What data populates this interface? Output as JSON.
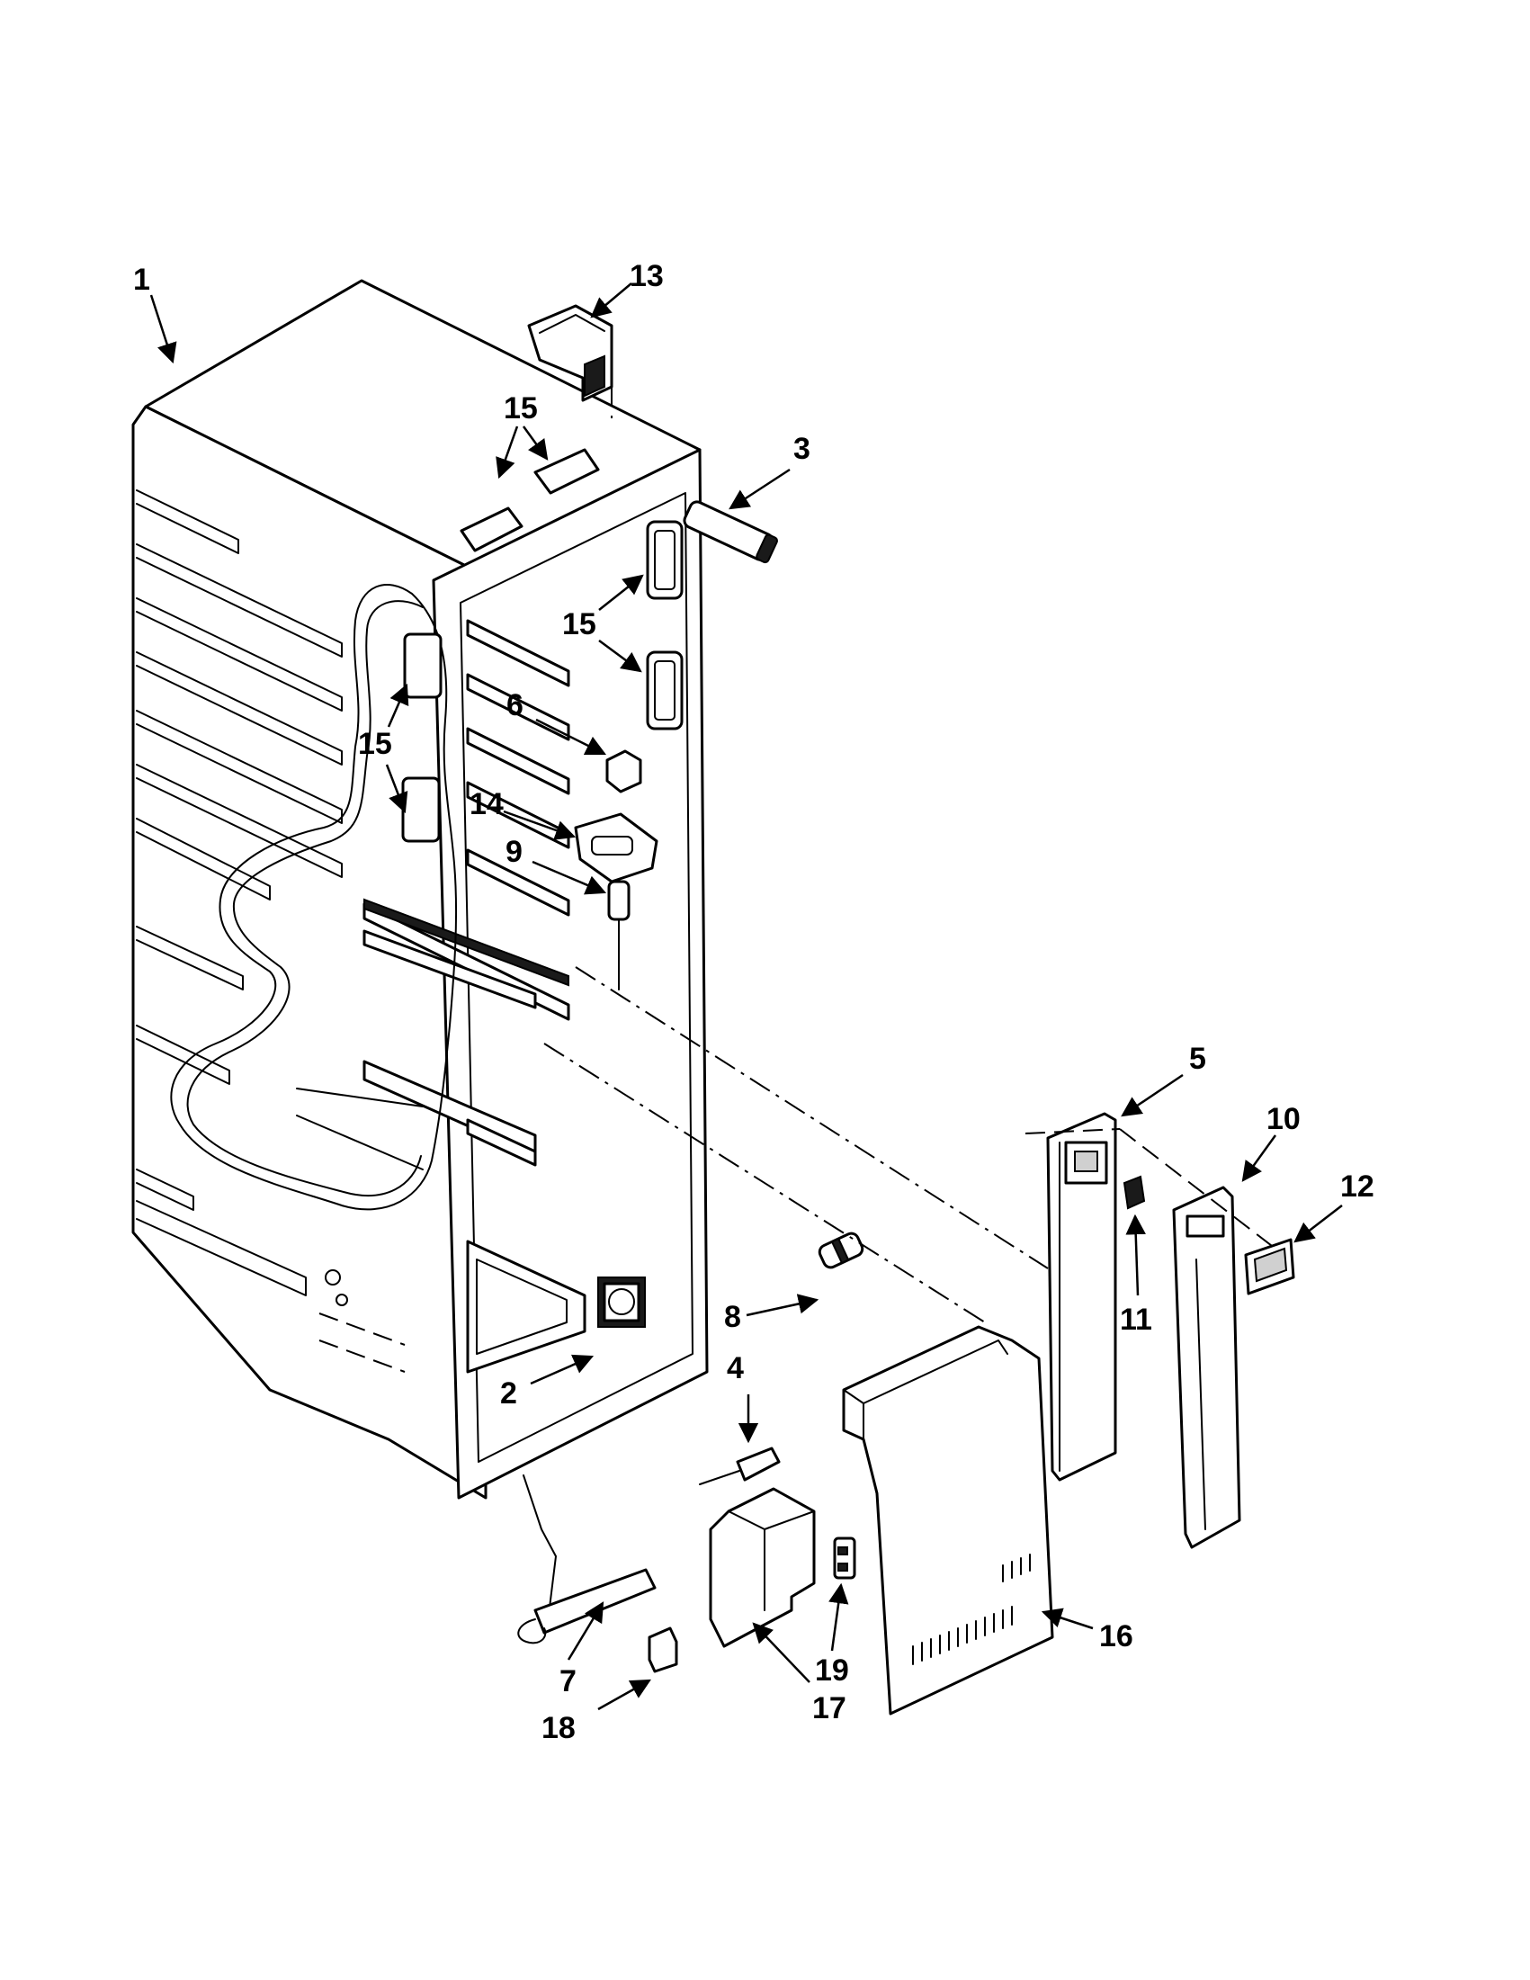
{
  "diagram": {
    "callouts": [
      {
        "id": "c1",
        "label": "1"
      },
      {
        "id": "c2",
        "label": "2"
      },
      {
        "id": "c3",
        "label": "3"
      },
      {
        "id": "c4",
        "label": "4"
      },
      {
        "id": "c5",
        "label": "5"
      },
      {
        "id": "c6",
        "label": "6"
      },
      {
        "id": "c7",
        "label": "7"
      },
      {
        "id": "c8",
        "label": "8"
      },
      {
        "id": "c9",
        "label": "9"
      },
      {
        "id": "c10",
        "label": "10"
      },
      {
        "id": "c11",
        "label": "11"
      },
      {
        "id": "c12",
        "label": "12"
      },
      {
        "id": "c13",
        "label": "13"
      },
      {
        "id": "c14",
        "label": "14"
      },
      {
        "id": "c15a",
        "label": "15"
      },
      {
        "id": "c15b",
        "label": "15"
      },
      {
        "id": "c15c",
        "label": "15"
      },
      {
        "id": "c16",
        "label": "16"
      },
      {
        "id": "c17",
        "label": "17"
      },
      {
        "id": "c18",
        "label": "18"
      },
      {
        "id": "c19",
        "label": "19"
      }
    ]
  }
}
